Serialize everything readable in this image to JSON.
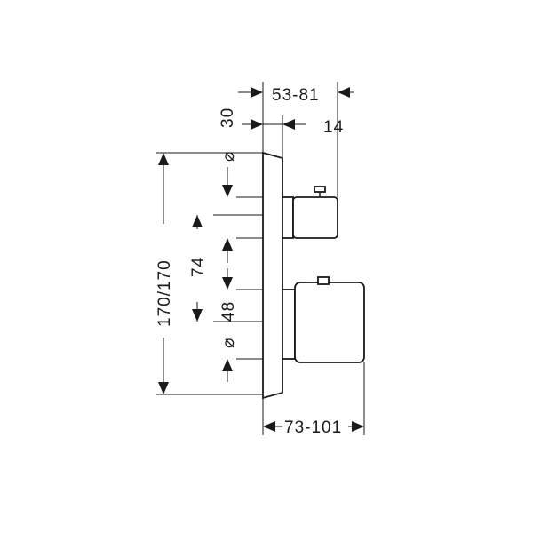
{
  "dimensions": {
    "top_depth": "53-81",
    "cover_offset": "30",
    "knob_depth": "14",
    "height": "170/170",
    "spacing_upper": "74",
    "spacing_lower": "48",
    "bottom_depth": "73-101",
    "diameter_upper": "⌀",
    "diameter_lower": "⌀"
  }
}
